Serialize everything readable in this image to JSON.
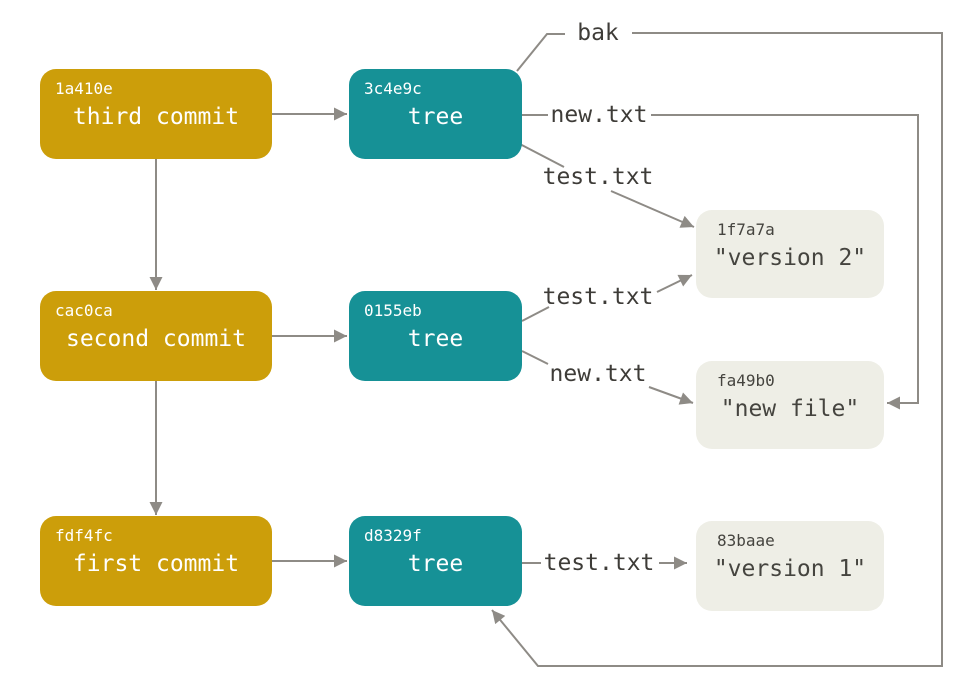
{
  "diagram": {
    "commits": [
      {
        "hash": "1a410e",
        "label": "third commit"
      },
      {
        "hash": "cac0ca",
        "label": "second commit"
      },
      {
        "hash": "fdf4fc",
        "label": "first commit"
      }
    ],
    "trees": [
      {
        "hash": "3c4e9c",
        "label": "tree"
      },
      {
        "hash": "0155eb",
        "label": "tree"
      },
      {
        "hash": "d8329f",
        "label": "tree"
      }
    ],
    "blobs": [
      {
        "hash": "1f7a7a",
        "label": "\"version 2\""
      },
      {
        "hash": "fa49b0",
        "label": "\"new file\""
      },
      {
        "hash": "83baae",
        "label": "\"version 1\""
      }
    ],
    "edge_labels": {
      "bak": "bak",
      "new1": "new.txt",
      "test1": "test.txt",
      "test2": "test.txt",
      "new2": "new.txt",
      "test3": "test.txt"
    },
    "colors": {
      "commit": "#cc9e0a",
      "tree": "#169196",
      "blob_bg": "#eeeee6",
      "blob_text": "#45443f",
      "box_text": "#ffffff",
      "line": "#8e8b86",
      "label_text": "#3e3c38",
      "background": "#ffffff"
    }
  }
}
